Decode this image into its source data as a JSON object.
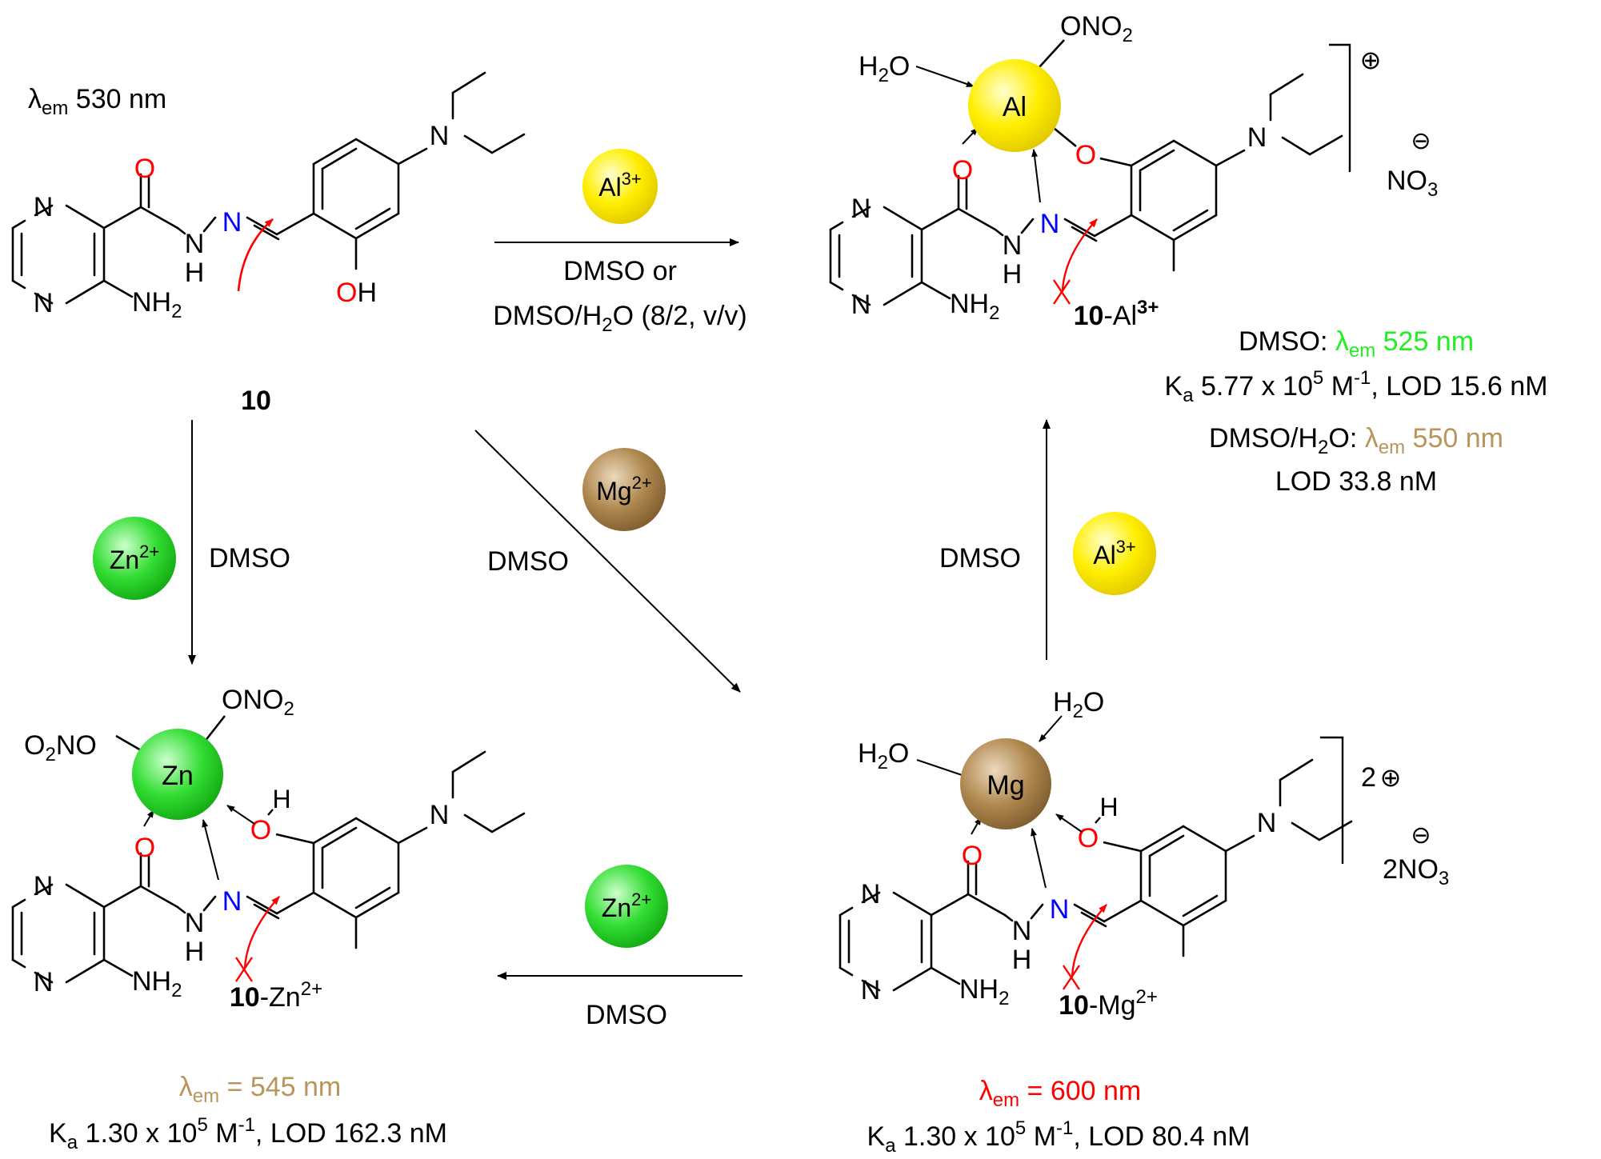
{
  "compound10": {
    "label": "10",
    "lambda_prefix": "λ",
    "lambda_sub": "em",
    "lambda_value": " 530 nm",
    "atoms": {
      "O": "O",
      "N": "N",
      "NH": "H",
      "OH": "OH",
      "NH2": "NH",
      "two": "2"
    }
  },
  "al_complex": {
    "label_bold": "10",
    "label_rest": "-Al",
    "charge_sup": "3+",
    "metal": "Al",
    "ligand_water": "H",
    "ligand_nitrate": "ONO",
    "charge": "⊕",
    "counter_charge": "⊖",
    "counter_ion": "NO",
    "dmso_label": "DMSO: ",
    "dmso_lambda_value": " 525 nm",
    "ka_text": " 5.77 x 10",
    "ka_exp": "5",
    "ka_unit": " M",
    "ka_unit_exp": "-1",
    "dmso_lod": ", LOD 15.6 nM",
    "water_label_a": "DMSO/H",
    "water_label_b": "O: ",
    "water_lambda_value": " 550 nm",
    "water_lod": "LOD 33.8 nM"
  },
  "zn_complex": {
    "label_bold": "10",
    "label_rest": "-Zn",
    "charge_sup": "2+",
    "metal": "Zn",
    "ligand_nitrate_a": "ONO",
    "ligand_nitrate_b": "O",
    "ligand_nitrate_c": "NO",
    "lambda_value": " = 545 nm",
    "ka_text": " 1.30 x 10",
    "ka_exp": "5",
    "ka_unit": " M",
    "ka_unit_exp": "-1",
    "lod": ", LOD 162.3 nM"
  },
  "mg_complex": {
    "label_bold": "10",
    "label_rest": "-Mg",
    "charge_sup": "2+",
    "metal": "Mg",
    "ligand_water": "H",
    "charge": "2",
    "charge_symbol": "⊕",
    "counter_charge": "⊖",
    "counter_ion": "2NO",
    "lambda_value": " = 600 nm",
    "ka_text": " 1.30 x 10",
    "ka_exp": "5",
    "ka_unit": " M",
    "ka_unit_exp": "-1",
    "lod": ", LOD 80.4 nM"
  },
  "arrows": {
    "to_al": {
      "ion": "Al",
      "ion_charge": "3+",
      "line1": "DMSO or",
      "line2_a": "DMSO/H",
      "line2_b": "O (8/2, v/v)"
    },
    "to_zn": {
      "ion": "Zn",
      "ion_charge": "2+",
      "solvent": "DMSO"
    },
    "to_mg": {
      "ion": "Mg",
      "ion_charge": "2+",
      "solvent": "DMSO"
    },
    "mg_to_al": {
      "ion": "Al",
      "ion_charge": "3+",
      "solvent": "DMSO"
    },
    "mg_to_zn": {
      "ion": "Zn",
      "ion_charge": "2+",
      "solvent": "DMSO"
    }
  },
  "common": {
    "K": "K",
    "a": "a",
    "sub2": "2",
    "sub3": "3",
    "O": "O",
    "H": "H",
    "N": "N"
  },
  "colors": {
    "al": "#ffee00",
    "zn": "#22cc22",
    "mg": "#a07b4a",
    "red": "#ff0000",
    "blue": "#0000ff",
    "green": "#22ee22",
    "tan": "#b8955a",
    "text": "#000000"
  }
}
